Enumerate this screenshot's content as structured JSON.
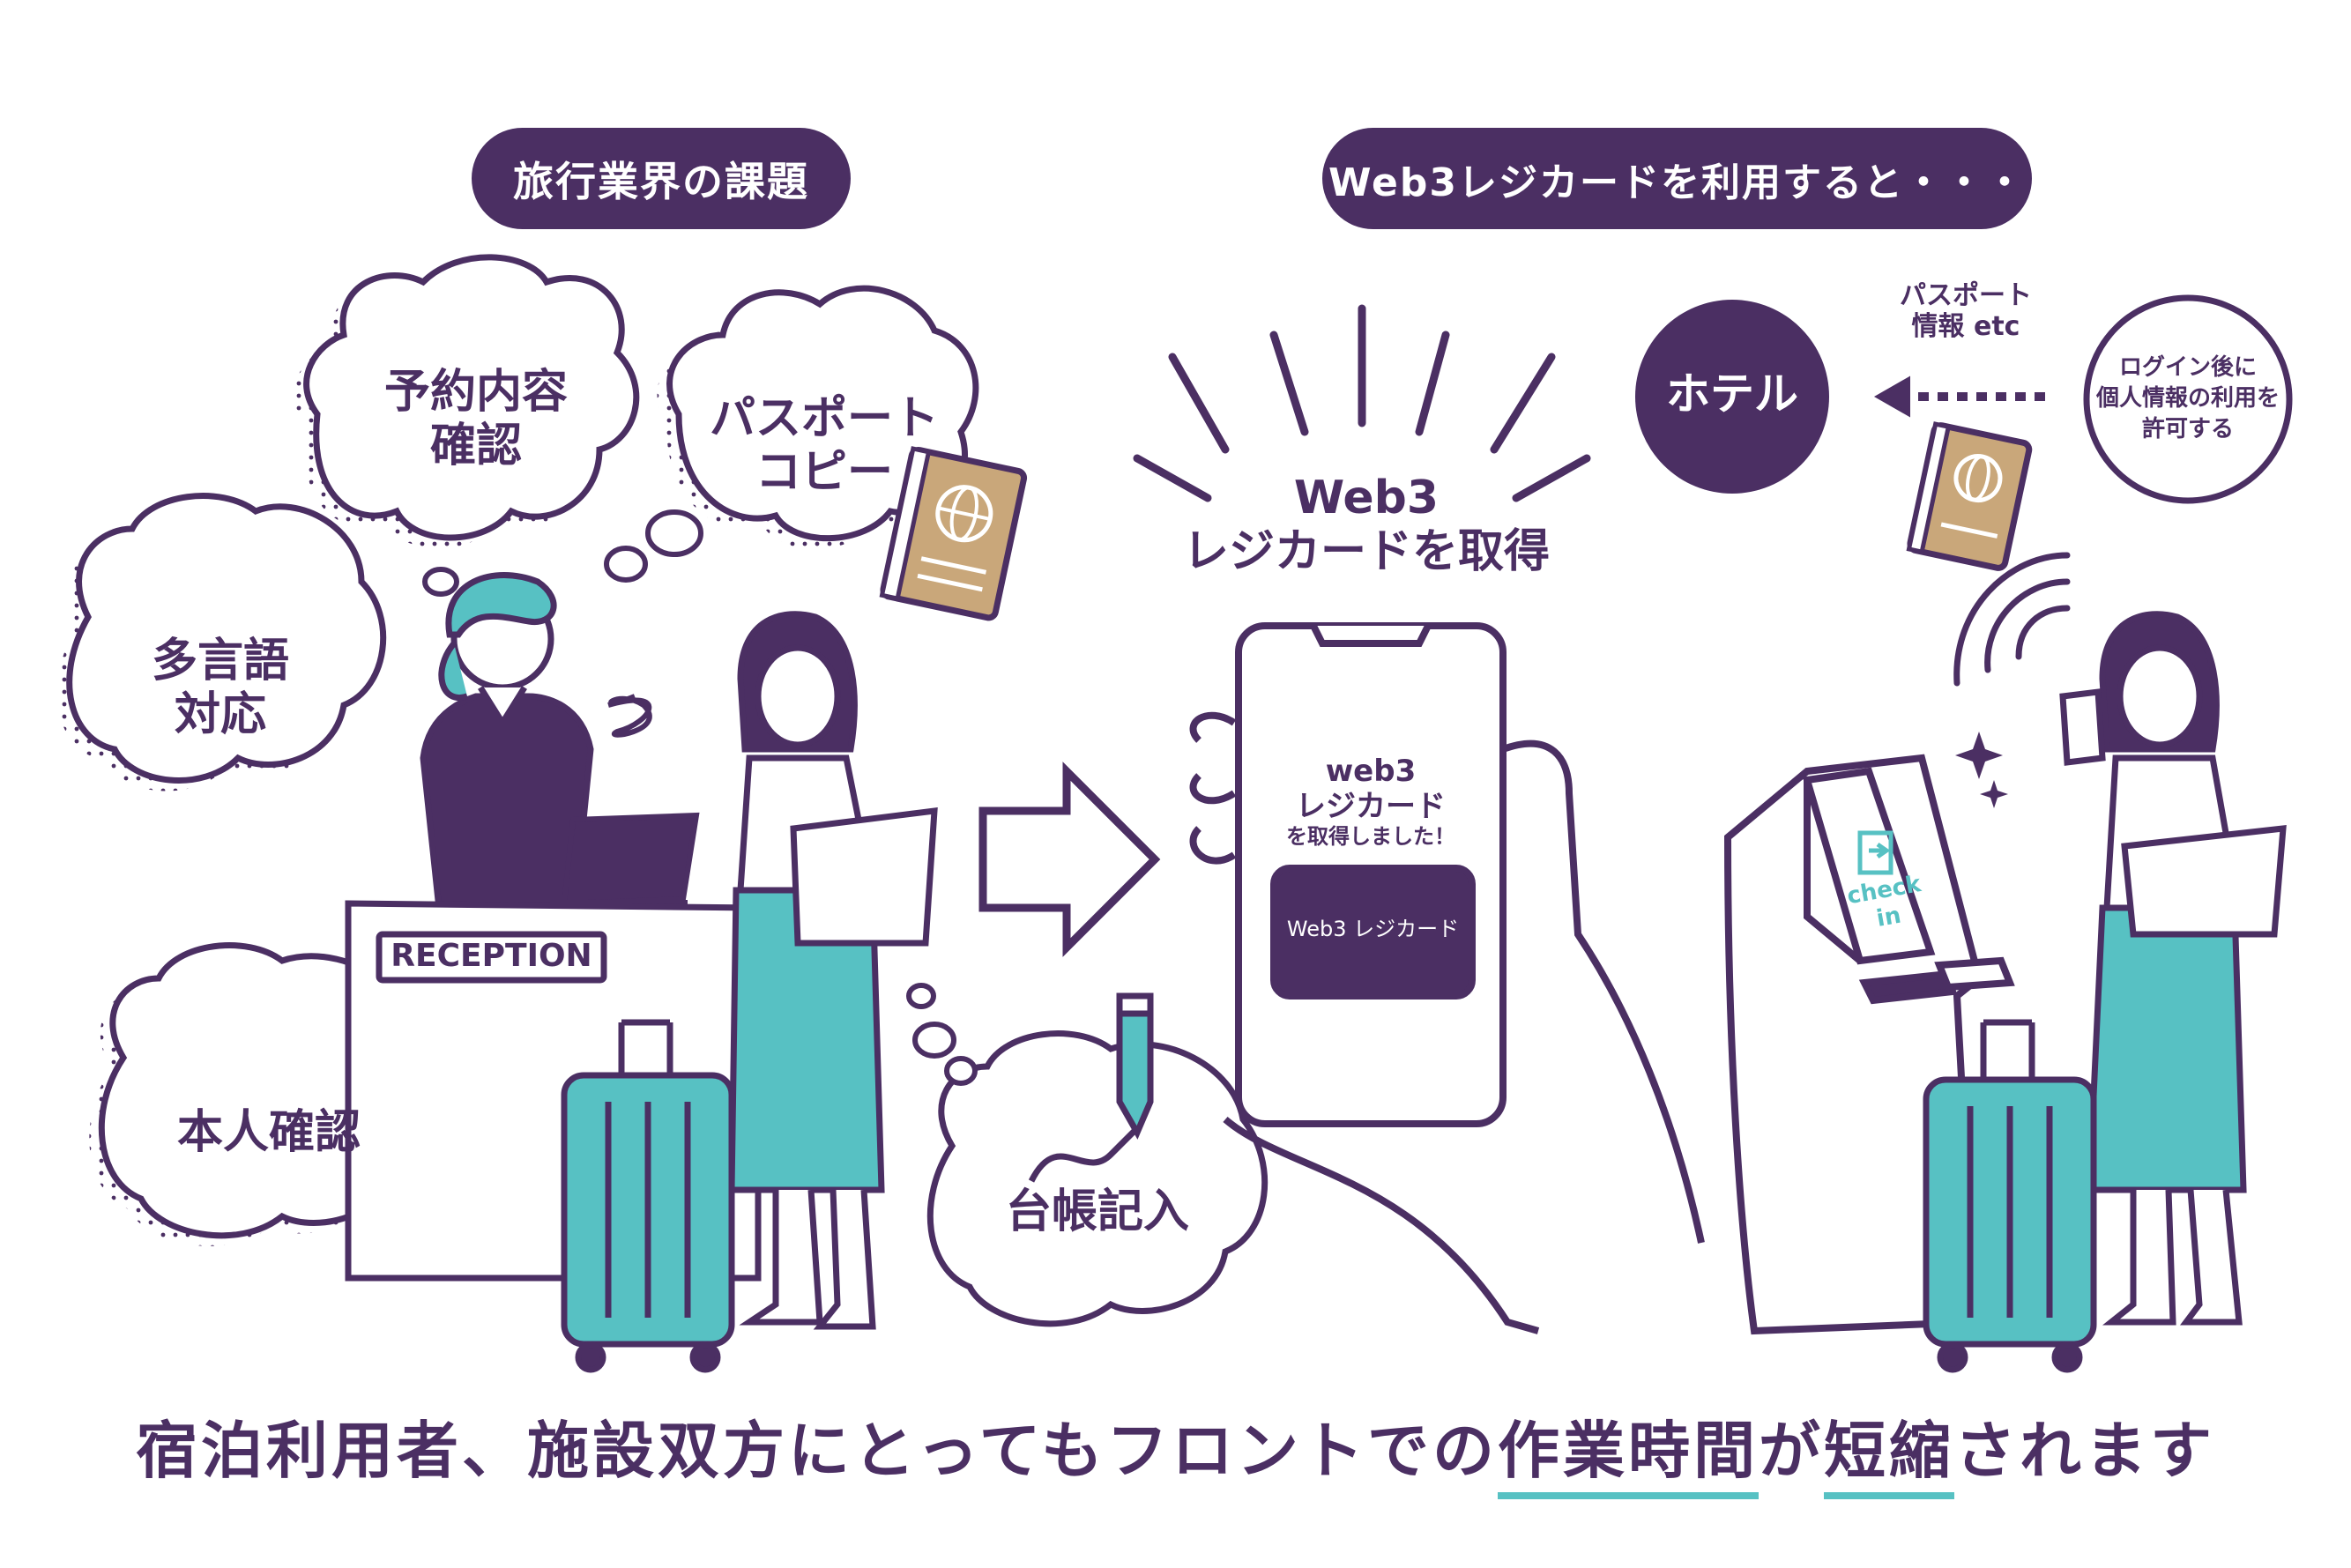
{
  "header_left": "旅行業界の課題",
  "header_right": "Web3レジカードを利用すると・・・",
  "bubbles": {
    "reservation": [
      "予約内容",
      "確認"
    ],
    "passport_copy": [
      "パスポート",
      "コピー"
    ],
    "multilingual": [
      "多言語",
      "対応"
    ],
    "identity": "本人確認",
    "ledger": "台帳記入"
  },
  "reception_sign": "RECEPTION",
  "acquire_caption": [
    "Web3",
    "レジカードを取得"
  ],
  "phone": {
    "message": [
      "web3",
      "レジカード",
      "を取得しました！"
    ],
    "card_label": "Web3 レジカード"
  },
  "hotel": "ホテル",
  "passport_info": [
    "パスポート",
    "情報 etc"
  ],
  "consent": [
    "ログイン後に",
    "個人情報の利用を",
    "許可する"
  ],
  "kiosk_screen": "check in",
  "tagline": {
    "part1": "宿泊利用者、施設双方にとってもフロントでの",
    "highlight1": "作業時間",
    "part2": "が",
    "highlight2": "短縮",
    "part3": "されます"
  },
  "colors": {
    "purple": "#4b2f63",
    "teal": "#57c1c3",
    "tan": "#c9a77a"
  }
}
